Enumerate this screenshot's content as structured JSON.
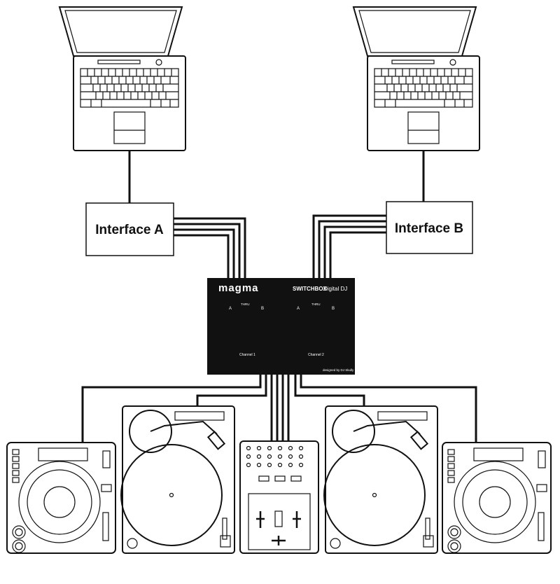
{
  "interfaces": {
    "a": "Interface A",
    "b": "Interface B"
  },
  "switchbox": {
    "brand": "magma",
    "product": "SWITCHBOX",
    "subtitle": "Digital DJ",
    "channels": [
      {
        "label": "Channel 1",
        "a": "A",
        "thru": "THRU",
        "b": "B"
      },
      {
        "label": "Channel 2",
        "a": "A",
        "thru": "THRU",
        "b": "B"
      }
    ],
    "credit": "designed by DJ Skully"
  },
  "colors": {
    "line": "#111111",
    "box": "#111111",
    "background": "#ffffff"
  }
}
